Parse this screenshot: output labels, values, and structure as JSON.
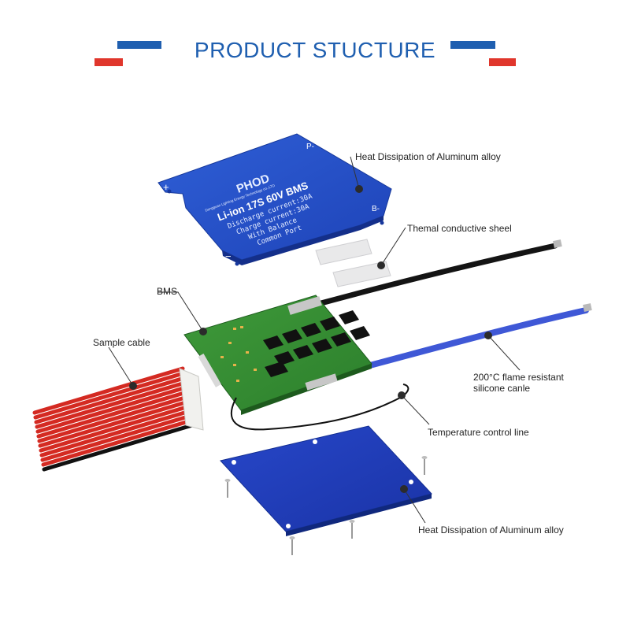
{
  "header": {
    "title": "PRODUCT STUCTURE",
    "accent_blue": "#1f5fb0",
    "accent_red": "#e0362c"
  },
  "top_cover": {
    "brand": "PHOD",
    "tiny_line": "Dongguan Lighting Energy Technology co.,LTD",
    "model": "Li-ion 17S 60V BMS",
    "specs": [
      "Discharge current:30A",
      "Charge current:30A",
      "With Balance",
      "Common Port"
    ],
    "terminals": {
      "plus": "+",
      "p_minus": "P-",
      "b_minus": "B-",
      "minus": "−"
    }
  },
  "labels": {
    "heat_top": "Heat Dissipation of Aluminum alloy",
    "thermal_sheet": "Themal conductive sheel",
    "bms": "BMS",
    "sample_cable": "Sample cable",
    "silicone_line1": "200°C flame resistant",
    "silicone_line2": "silicone canle",
    "temp_line": "Temperature control line",
    "heat_bottom": "Heat Dissipation of Aluminum alloy"
  }
}
